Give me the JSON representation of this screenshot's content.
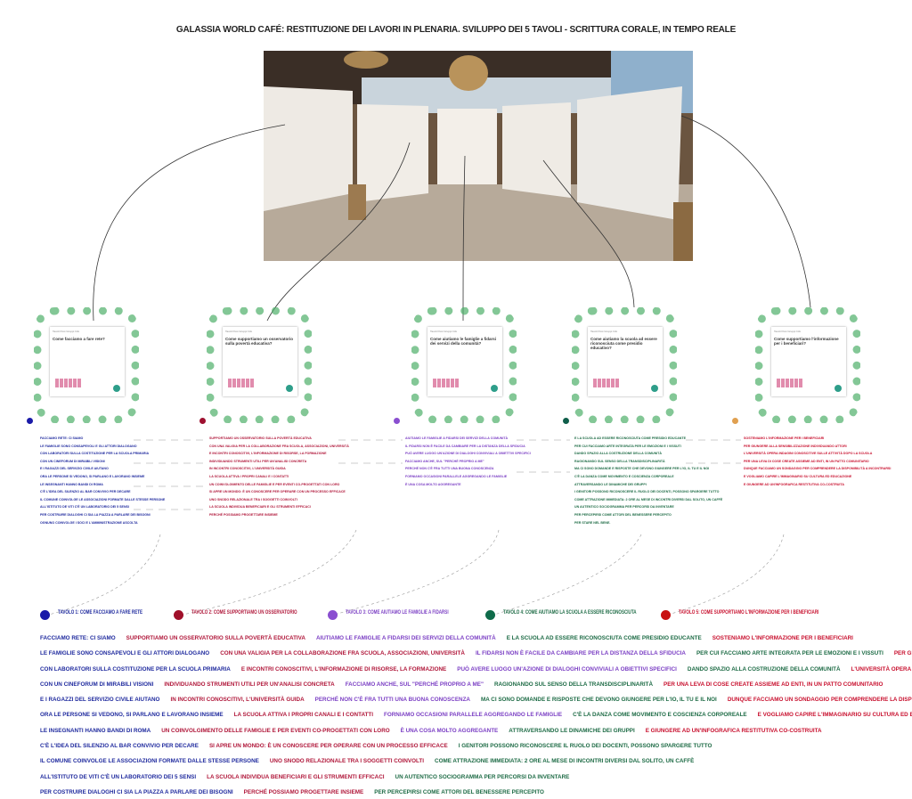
{
  "title": "Galassia World Café: restituzione dei lavori in plenaria. Sviluppo dei 5 tavoli - scrittura corale, in tempo reale",
  "colors": {
    "t1": "#1f2a9e",
    "t2": "#b0173a",
    "t3": "#7b3fc4",
    "t4": "#1d6b45",
    "t5": "#c8102e"
  },
  "cards": [
    {
      "question": "Come facciamo a fare rete?",
      "menu": "Tavoli  Post  Gruppi  Info",
      "dot": "#1a1aa8"
    },
    {
      "question": "Come supportiamo un osservatorio sulla povertà educativa?",
      "menu": "Tavoli  Post  Gruppi  Info",
      "dot": "#9e1030"
    },
    {
      "question": "Come aiutiamo le famiglie a fidarsi dei servizi della comunità?",
      "menu": "Tavoli  Post  Gruppi  Info",
      "dot": "#8a4fd0"
    },
    {
      "question": "Come aiutiamo la scuola ad essere riconosciuta come presidio educativo?",
      "menu": "Tavoli  Post  Gruppi  Info",
      "dot": "#0f5e4a"
    },
    {
      "question": "Come supportiamo l'informazione per i beneficiari?",
      "menu": "Tavoli  Post  Gruppi  Info",
      "dot": "#e0a050"
    }
  ],
  "legend": [
    {
      "label": "Tavolo 1: come facciamo a fare rete",
      "dot": "#1a1aa8",
      "color": "#1f2a9e"
    },
    {
      "label": "Tavolo 2: come supportiamo un osservatorio",
      "dot": "#a0102a",
      "color": "#b0173a"
    },
    {
      "label": "Tavolo 3: come aiutiamo le famiglie a fidarsi",
      "dot": "#8a4fd0",
      "color": "#7b3fc4"
    },
    {
      "label": "Tavolo 4: come aiutiamo la scuola a essere riconosciuta",
      "dot": "#0f6b4a",
      "color": "#1d6b45"
    },
    {
      "label": "Tavolo 5: come supportiamo l'informazione per i beneficiari",
      "dot": "#c81010",
      "color": "#c8102e"
    }
  ],
  "columns": [
    [
      "Facciamo rete: ci siamo",
      "Le famiglie sono consapevoli e gli attori dialogano",
      "Con laboratori sulla costituzione per la scuola primaria",
      "Con un cineforum di mirabili visioni",
      "E i ragazzi del servizio civile aiutano",
      "Ora le persone si vedono, si parlano e lavorano insieme",
      "Le insegnanti hanno bandi di Roma",
      "C'è l'idea del silenzio al bar convivio per decare",
      "Il comune coinvolge le associazioni formate dalle stesse persone",
      "All'istituto De Viti c'è un laboratorio dei 5 sensi",
      "Per costruire dialoghi ci sia la piazza a parlare dei bisogni",
      "Ognuno coinvolge i soci e l'amministrazione ascolta"
    ],
    [
      "Supportiamo un osservatorio sulla povertà educativa",
      "Con una valigia per la collaborazione fra scuola, associazioni, università",
      "E incontri conoscitivi, l'informazione di risorse, la formazione",
      "Individuando strumenti utili per un'analisi concreta",
      "In incontri conoscitivi, l'università guida",
      "La scuola attiva i propri canali e i contatti",
      "Un coinvolgimento delle famiglie e per eventi co-progettati con loro",
      "Si apre un mondo: è un conoscere per operare con un processo efficace",
      "Uno snodo relazionale tra i soggetti coinvolti",
      "La scuola individua beneficiari e gli strumenti efficaci",
      "Perché possiamo progettare insieme"
    ],
    [
      "Aiutiamo le famiglie a fidarsi dei servizi della comunità",
      "Il fidarsi non è facile da cambiare per la distanza della sfiducia",
      "Può avere luogo un'azione di dialoghi conviviali a obiettivi specifici",
      "Facciamo anche, sul \"perché proprio a me\"",
      "Perché non c'è fra tutti una buona conoscenza",
      "Forniamo occasioni parallele aggregando le famiglie",
      "È una cosa molto aggregante"
    ],
    [
      "E la scuola ad essere riconosciuta come presidio educante",
      "Per cui facciamo arte integrata per le emozioni e i vissuti",
      "Dando spazio alla costruzione della comunità",
      "Ragionando sul senso della transdisciplinarità",
      "Ma ci sono domande e risposte che devono giungere per l'io, il tu e il noi",
      "C'è la danza come movimento e coscienza corporeale",
      "Attraversando le dinamiche dei gruppi",
      "I genitori possono riconoscere il ruolo dei docenti, possono spargere tutto",
      "Come attrazione immediata: 2 ore al mese di incontri diversi dal solito, un caffè",
      "Un autentico sociogramma per percorsi da inventare",
      "Per percepirsi come attori del benessere percepito",
      "Per stare nel bene."
    ],
    [
      "Sosteniamo l'informazione per i beneficiari",
      "Per giungere alla sensibilizzazione individuando attori",
      "L'università opera indagini conoscitive sulle attività dopo la scuola",
      "Per una leva di cose create assieme ad enti, in un patto comunitario",
      "Dunque facciamo un sondaggio per comprendere la disponibilità a incontrarsi",
      "E vogliamo capire l'immaginario su cultura ed educazione",
      "E giungere ad un'infografica restitutiva co-costruita"
    ]
  ],
  "lines": [
    [
      [
        0,
        0
      ],
      [
        1,
        0
      ],
      [
        2,
        0
      ],
      [
        3,
        0
      ],
      [
        4,
        0
      ]
    ],
    [
      [
        0,
        1
      ],
      [
        1,
        1
      ],
      [
        2,
        1
      ],
      [
        3,
        1
      ],
      [
        4,
        1
      ]
    ],
    [
      [
        0,
        2
      ],
      [
        1,
        2
      ],
      [
        2,
        2
      ],
      [
        3,
        2
      ],
      [
        4,
        2
      ]
    ],
    [
      [
        0,
        3
      ],
      [
        1,
        3
      ],
      [
        2,
        3
      ],
      [
        3,
        3
      ],
      [
        4,
        3
      ]
    ],
    [
      [
        0,
        4
      ],
      [
        1,
        4
      ],
      [
        2,
        4
      ],
      [
        3,
        4
      ],
      [
        4,
        4
      ]
    ],
    [
      [
        0,
        5
      ],
      [
        1,
        5
      ],
      [
        2,
        5
      ],
      [
        3,
        5
      ],
      [
        4,
        5
      ]
    ],
    [
      [
        0,
        6
      ],
      [
        1,
        6
      ],
      [
        2,
        6
      ],
      [
        3,
        6
      ],
      [
        4,
        6
      ]
    ],
    [
      [
        0,
        7
      ],
      [
        1,
        7
      ],
      [
        3,
        7
      ]
    ],
    [
      [
        0,
        8
      ],
      [
        1,
        8
      ],
      [
        3,
        8
      ]
    ],
    [
      [
        0,
        9
      ],
      [
        1,
        9
      ],
      [
        3,
        9
      ]
    ],
    [
      [
        0,
        10
      ],
      [
        1,
        10
      ],
      [
        3,
        10
      ]
    ],
    [
      [
        0,
        11
      ],
      [
        3,
        11
      ]
    ]
  ]
}
